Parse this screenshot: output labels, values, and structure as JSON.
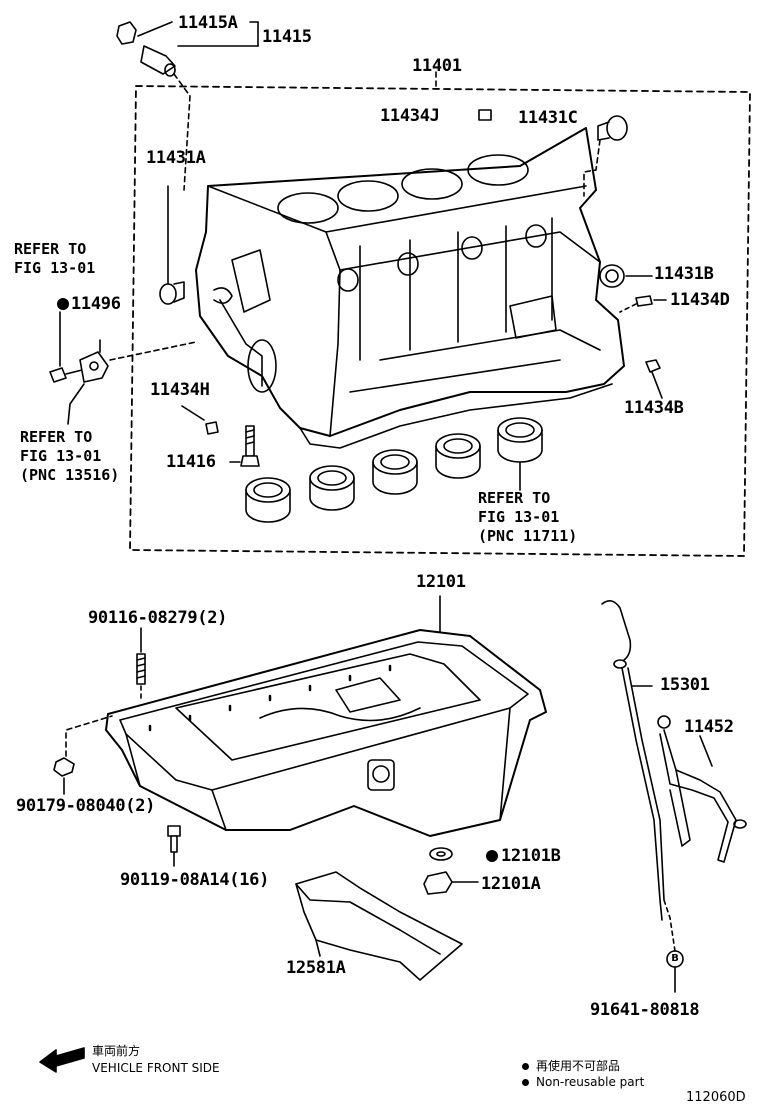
{
  "parts": {
    "p11415A": "11415A",
    "p11415": "11415",
    "p11401": "11401",
    "p11434J": "11434J",
    "p11431C": "11431C",
    "p11431A": "11431A",
    "p11431B": "11431B",
    "p11434D": "11434D",
    "p11496": "11496",
    "p11434H": "11434H",
    "p11434B": "11434B",
    "p11416": "11416",
    "p12101": "12101",
    "p90116": "90116-08279(2)",
    "p15301": "15301",
    "p11452": "11452",
    "p90179": "90179-08040(2)",
    "p90119": "90119-08A14(16)",
    "p12101B": "12101B",
    "p12101A": "12101A",
    "p12581A": "12581A",
    "p91641": "91641-80818",
    "circleB": "B"
  },
  "refs": {
    "ref1_l1": "REFER TO",
    "ref1_l2": "FIG 13-01",
    "ref2_l1": "REFER TO",
    "ref2_l2": "FIG 13-01",
    "ref2_l3": "(PNC 13516)",
    "ref3_l1": "REFER TO",
    "ref3_l2": "FIG 13-01",
    "ref3_l3": "(PNC 11711)"
  },
  "legend": {
    "front_jp": "車両前方",
    "front_en": "VEHICLE FRONT SIDE",
    "nonreuse_jp": "再使用不可部品",
    "nonreuse_en": "Non-reusable part"
  },
  "figure_id": "112060D"
}
